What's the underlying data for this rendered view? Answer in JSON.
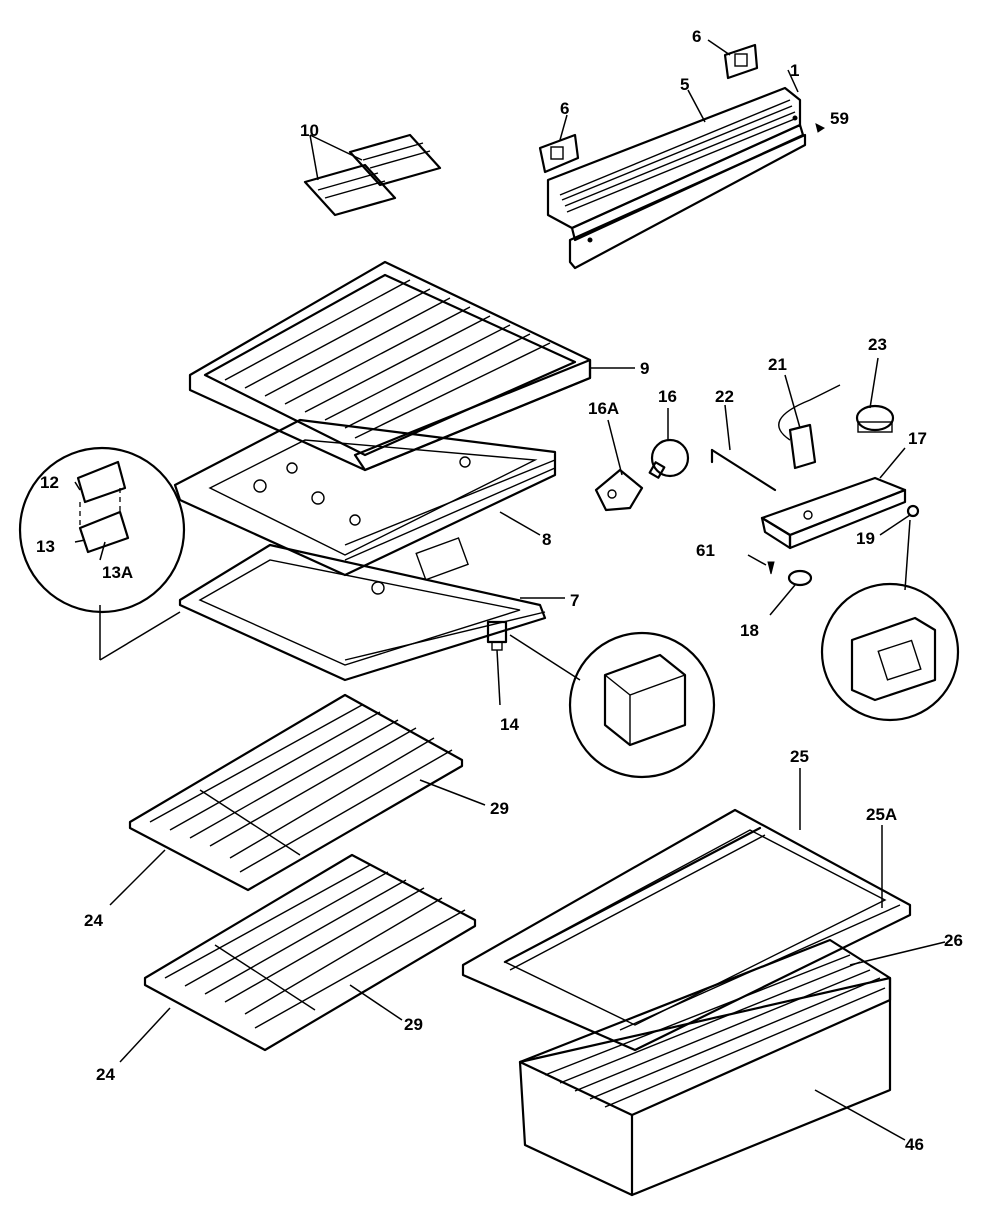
{
  "labels": {
    "p1": "1",
    "p5": "5",
    "p6a": "6",
    "p6b": "6",
    "p59": "59",
    "p10": "10",
    "p9": "9",
    "p8": "8",
    "p7": "7",
    "p12": "12",
    "p13": "13",
    "p13a": "13A",
    "p16a": "16A",
    "p16": "16",
    "p22": "22",
    "p21": "21",
    "p23": "23",
    "p17": "17",
    "p61": "61",
    "p19": "19",
    "p18": "18",
    "p14": "14",
    "p25": "25",
    "p25a": "25A",
    "p26": "26",
    "p29a": "29",
    "p29b": "29",
    "p24a": "24",
    "p24b": "24",
    "p46": "46"
  }
}
